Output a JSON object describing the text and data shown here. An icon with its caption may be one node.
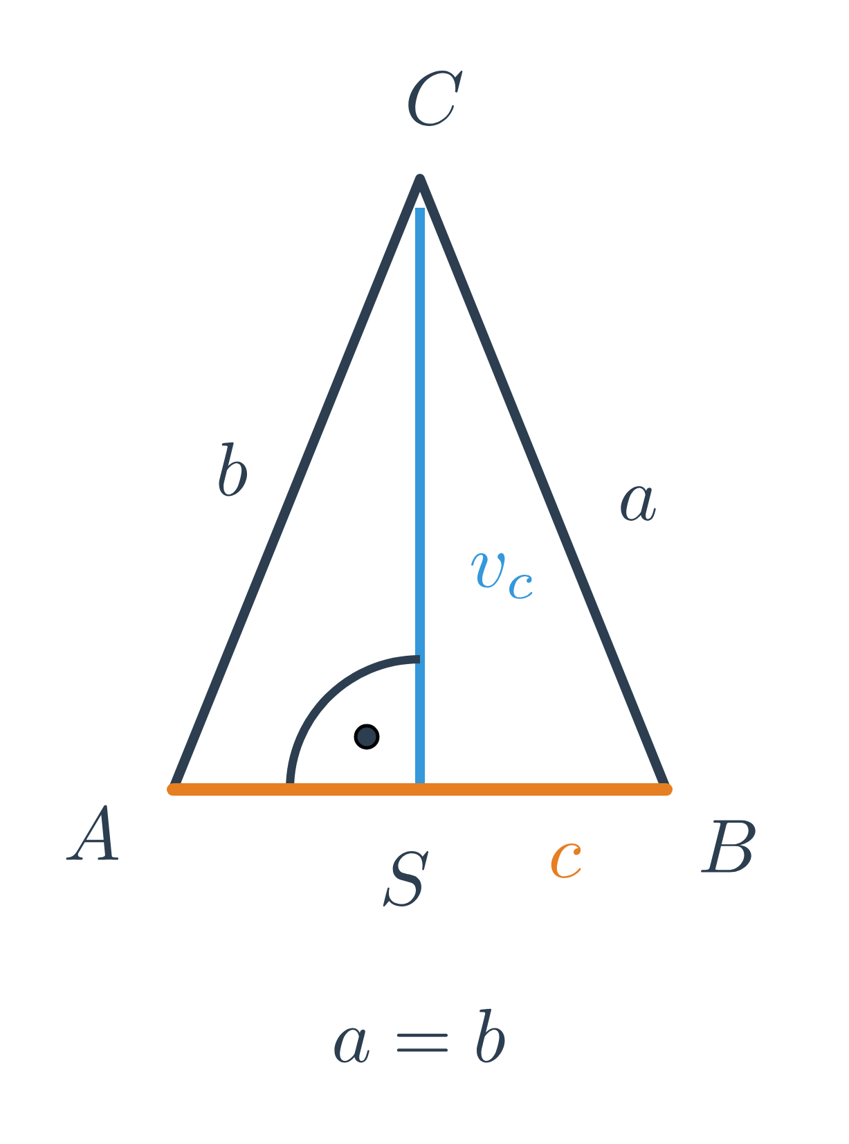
{
  "diagram": {
    "labels": [
      "C",
      "b",
      "a",
      "v_c",
      "A",
      "S",
      "c",
      "B",
      "a = b"
    ]
  }
}
